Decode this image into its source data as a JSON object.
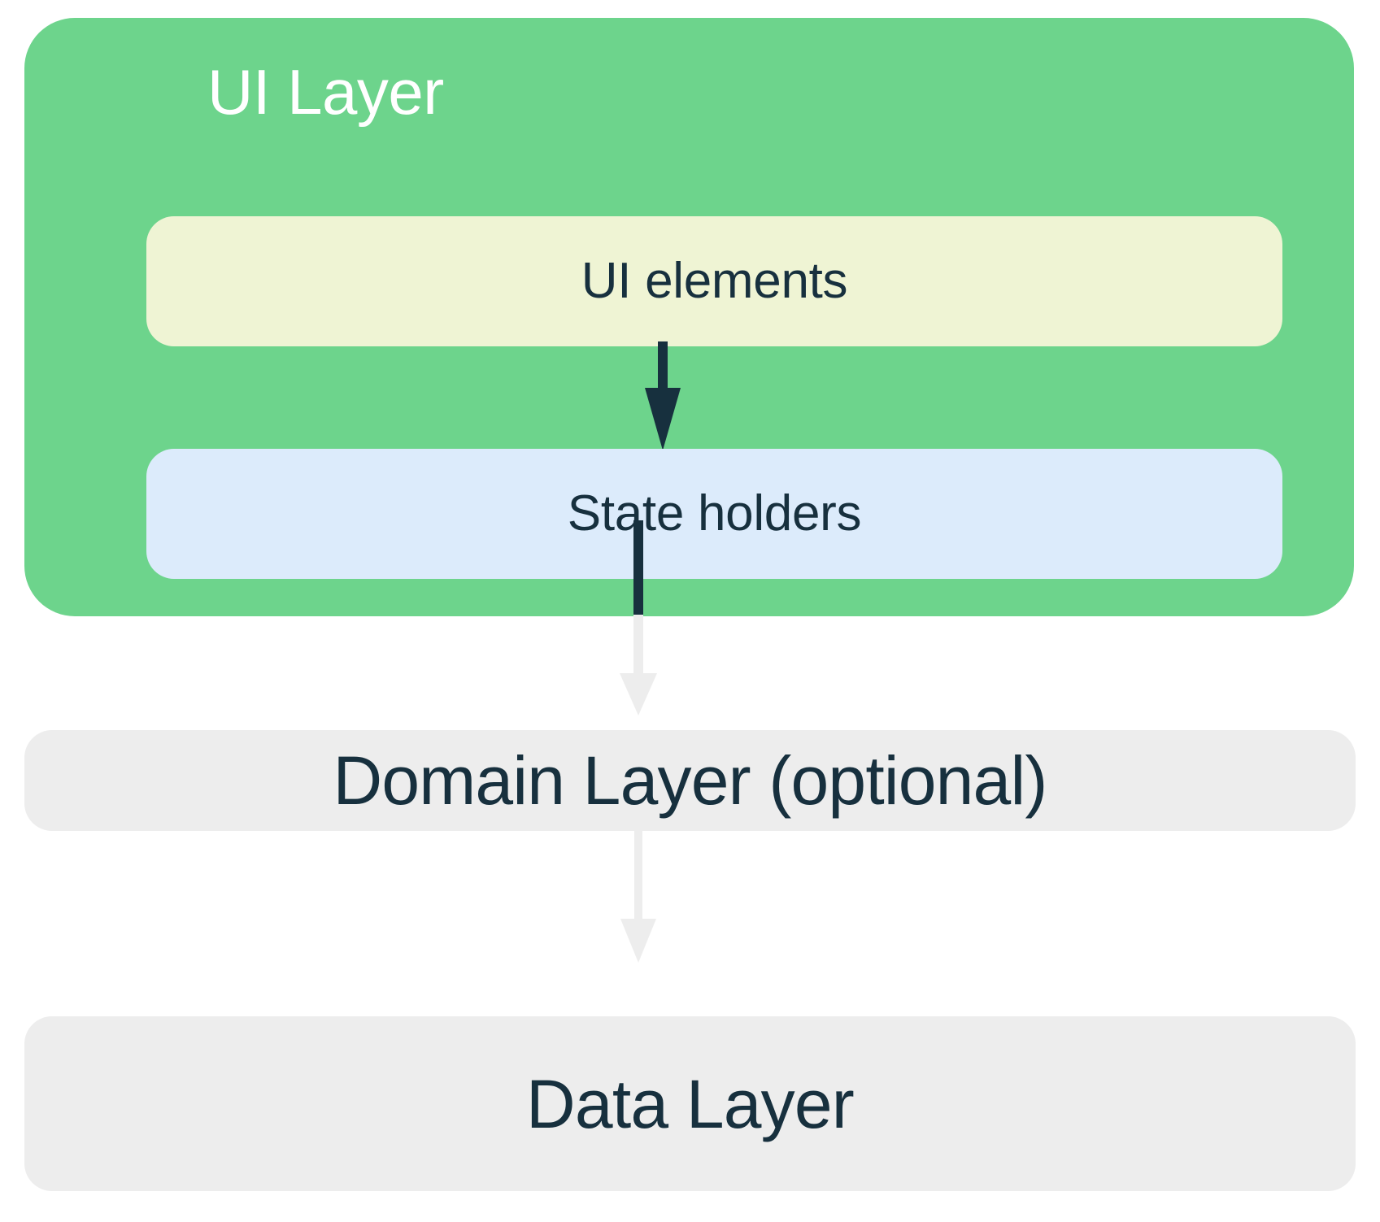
{
  "diagram": {
    "title": "UI Layer",
    "background_color": "#FFFFFF",
    "layers": {
      "ui_layer": {
        "label": "UI Layer",
        "color": "#6DD48C",
        "text_color": "#FFFFFF",
        "children": [
          {
            "label": "UI elements",
            "color": "#EFF4D4",
            "text_color": "#17303E"
          },
          {
            "label": "State holders",
            "color": "#DCEBFB",
            "text_color": "#17303E"
          }
        ]
      },
      "domain_layer": {
        "label": "Domain Layer (optional)",
        "color": "#EDEDED",
        "text_color": "#17303E"
      },
      "data_layer": {
        "label": "Data Layer",
        "color": "#EDEDED",
        "text_color": "#17303E"
      }
    },
    "arrows": [
      {
        "name": "ui-elements-to-state-holders",
        "from": "UI elements",
        "to": "State holders",
        "color": "#17303E",
        "style": "solid-filled-head"
      },
      {
        "name": "state-holders-to-domain-layer",
        "from": "State holders",
        "to": "Domain Layer (optional)",
        "color_start": "#17303E",
        "color_end": "#EDEDED",
        "style": "solid-filled-head"
      },
      {
        "name": "domain-layer-to-data-layer",
        "from": "Domain Layer (optional)",
        "to": "Data Layer",
        "color": "#EDEDED",
        "style": "solid-filled-head"
      }
    ]
  }
}
